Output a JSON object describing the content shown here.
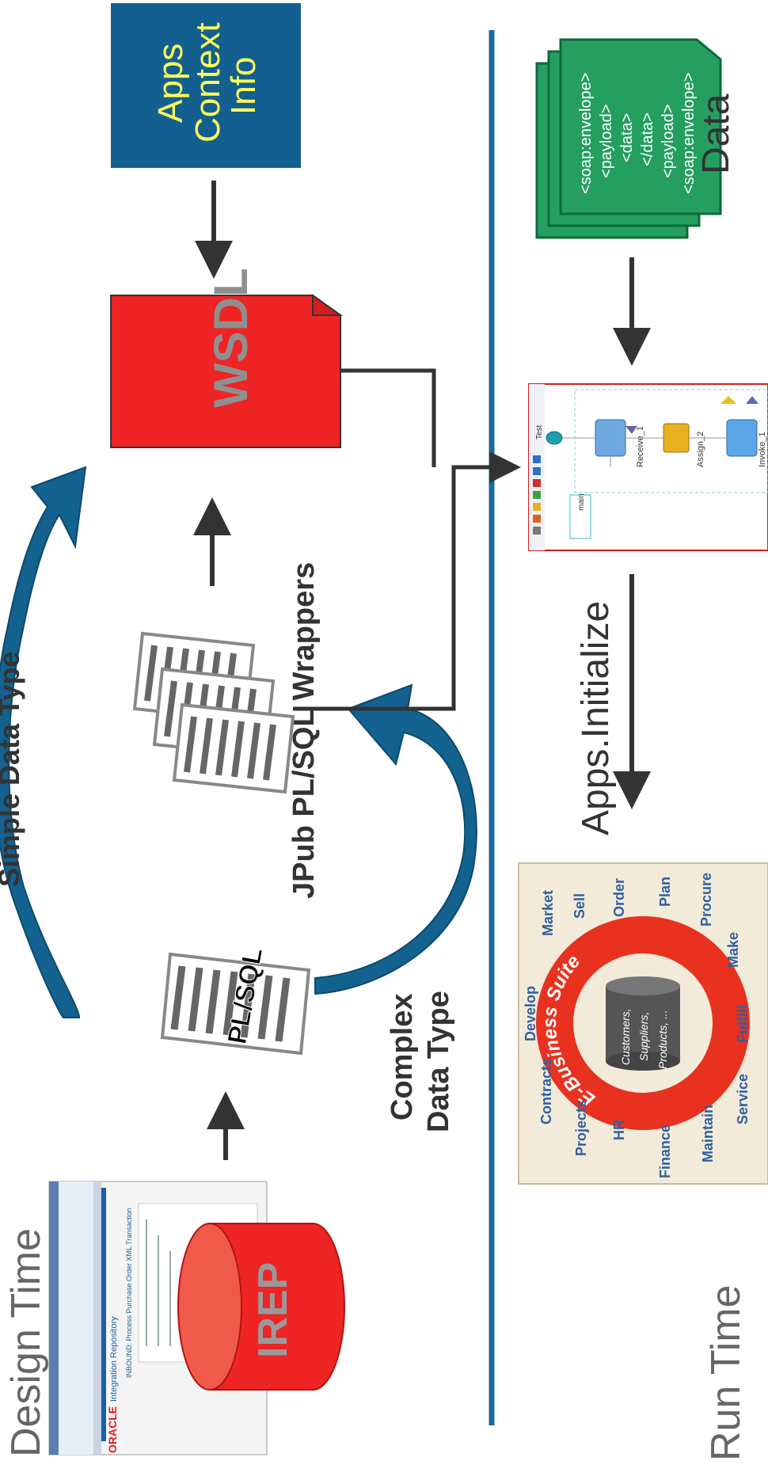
{
  "labels": {
    "design_time": "Design Time",
    "run_time": "Run Time",
    "simple_data_type": "Simple Data Type",
    "complex_data_type_line1": "Complex",
    "complex_data_type_line2": "Data Type",
    "jpub_wrappers": "JPub PL/SQL Wrappers",
    "apps_initialize": "Apps.Initialize",
    "data": "Data"
  },
  "nodes": {
    "irep": "IREP",
    "plsql": "PL/SQL",
    "wsdl": "WSDL",
    "apps_context_line1": "Apps",
    "apps_context_line2": "Context",
    "apps_context_line3": "Info"
  },
  "soap_doc": {
    "lines": [
      "<soap:envelope>",
      "<payload>",
      "<data>",
      "</data>",
      "<payload>",
      "<soap:envelope>"
    ]
  },
  "bpel": {
    "tab": "main",
    "toolbar_label": "Test",
    "steps": [
      "Receive_1",
      "Assign_2",
      "Invoke_1"
    ]
  },
  "ebs": {
    "ring_label": "E-Business Suite",
    "core_lines": [
      "Customers,",
      "Suppliers,",
      "Products, ..."
    ],
    "modules": [
      "Market",
      "Sell",
      "Order",
      "Plan",
      "Procure",
      "Make",
      "Fulfill",
      "Service",
      "Maintain",
      "Finance",
      "HR",
      "Projects",
      "Contracts",
      "Develop"
    ]
  },
  "irep_screenshot": {
    "logo": "ORACLE",
    "title": "Integration Repository",
    "heading": "INBOUND: Process Purchase Order XML Transaction"
  },
  "colors": {
    "divider": "#1a6aa0",
    "arrow_blue": "#13628f",
    "apps_box": "#135f8f",
    "apps_text": "#ffff5c",
    "wsdl_red": "#ee2425",
    "wsdl_text": "#8f8f8f",
    "irep_red": "#ee2425",
    "soap_green": "#249f60",
    "dark": "#333333"
  }
}
